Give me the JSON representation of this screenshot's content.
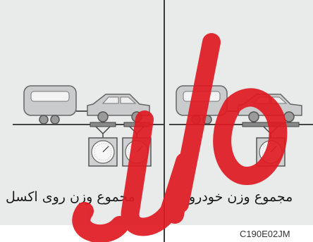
{
  "panels": {
    "left": {
      "caption": "مجموع وزن روی اکسل"
    },
    "right": {
      "caption": "مجموع وزن خودرو"
    }
  },
  "figure_code": "C190E02JM",
  "colors": {
    "background": "#e9eaea",
    "vehicle_fill": "#c9cbcc",
    "outline": "#6b6b6b",
    "ground": "#444444",
    "watermark": "#e01a22"
  }
}
